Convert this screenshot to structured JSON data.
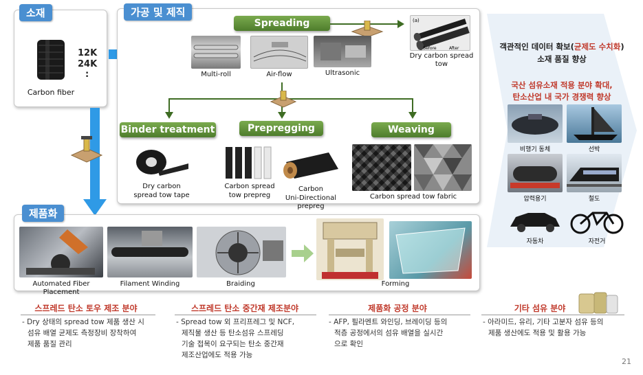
{
  "panels": {
    "material_label": "소재",
    "processing_label": "가공 및 제직",
    "product_label": "제품화"
  },
  "material": {
    "fiber_name": "Carbon fiber",
    "grades": [
      "12K",
      "24K",
      ":"
    ]
  },
  "spreading": {
    "title": "Spreading",
    "methods": [
      "Multi-roll",
      "Air-flow",
      "Ultrasonic"
    ],
    "result": "Dry carbon spread tow",
    "result_labels": [
      "Before",
      "After"
    ],
    "panel_letter": "(a)"
  },
  "branches": [
    {
      "title": "Binder treatment",
      "caption_lines": [
        "Dry carbon",
        "spread tow tape"
      ]
    },
    {
      "title": "Prepregging",
      "caption_lines": [
        "Carbon spread",
        "tow prepreg"
      ],
      "caption2_lines": [
        "Carbon",
        "Uni-Directional prepreg"
      ]
    },
    {
      "title": "Weaving",
      "caption_lines": [
        "Carbon spread tow fabric"
      ]
    }
  ],
  "products": [
    "Automated Fiber Placement",
    "Filament Winding",
    "Braiding",
    "Forming"
  ],
  "right": {
    "line1_a": "객관적인 데이터 확보(",
    "line1_red": "균제도 수치화",
    "line1_b": ")",
    "line2": "소재 품질 향상",
    "red_line1": "국산 섬유소재 적용 분야 확대,",
    "red_line2": "탄소산업 내 국가 경쟁력 향상",
    "apps": [
      "비행기 동체",
      "선박",
      "압력용기",
      "철도",
      "자동차",
      "자전거"
    ]
  },
  "sections": [
    {
      "title": "스프레드 탄소 토우 제조 분야",
      "body": [
        "- Dry 상태의 spread tow 제품 생산 시",
        "섬유 배열 균제도 측정장비 장착하여",
        "제품 품질 관리"
      ]
    },
    {
      "title": "스프레드 탄소 중간재 제조분야",
      "body": [
        "- Spread tow 외 프리프레그 및 NCF,",
        "제직물 생산 등 탄소섬유 스프레딩",
        "기술 접목이 요구되는 탄소 중간재",
        "제조산업에도 적용 가능"
      ]
    },
    {
      "title": "제품화 공정 분야",
      "body": [
        "- AFP, 필라멘트 와인딩, 브레이딩 등의",
        "적층 공정에서의 섬유 배열을 실시간",
        "으로 확인"
      ]
    },
    {
      "title": "기타 섬유 분야",
      "body": [
        "- 아라미드, 유리, 기타 고분자 섬유 등의",
        "제품 생산에도 적용 및 활용 가능"
      ]
    }
  ],
  "page_number": "21",
  "colors": {
    "accent_blue": "#4a8fd1",
    "arrow_blue": "#2f9ae6",
    "green": "#5a8a36",
    "red": "#c0392b"
  }
}
